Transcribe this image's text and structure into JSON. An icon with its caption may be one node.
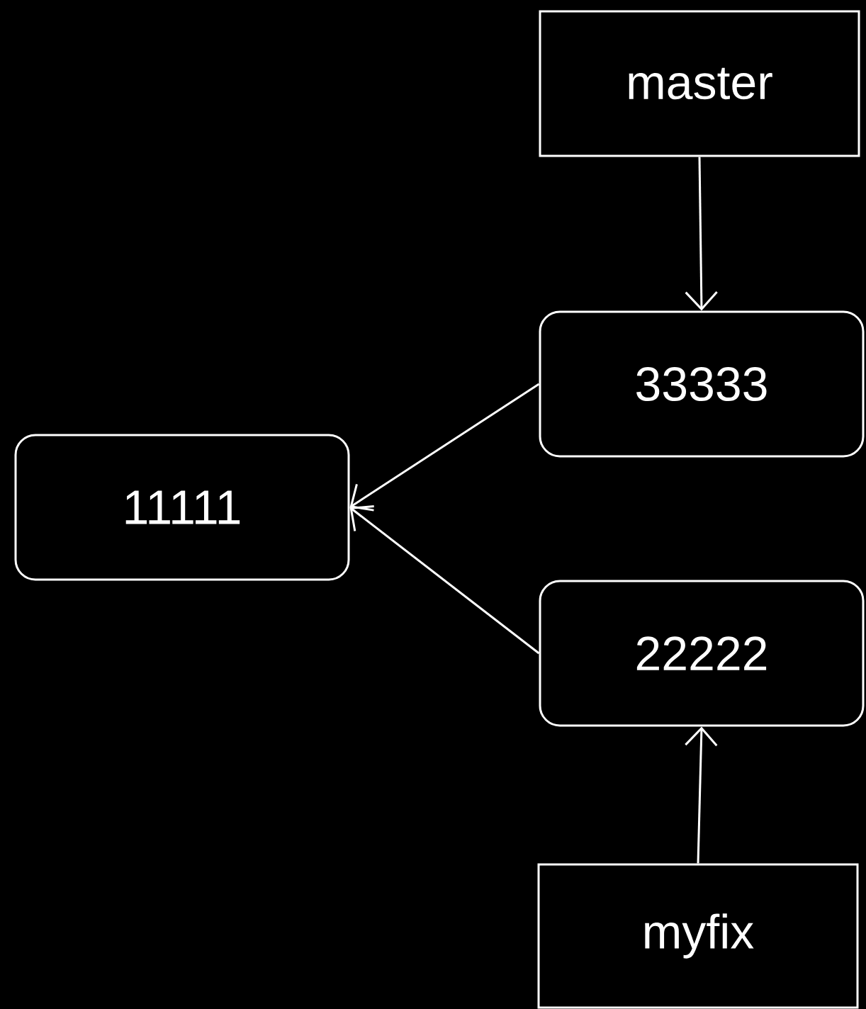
{
  "diagram": {
    "nodes": [
      {
        "text": [
          "master"
        ]
      },
      {
        "text": [
          "33333"
        ]
      },
      {
        "text": [
          "11111"
        ]
      },
      {
        "text": [
          "22222"
        ]
      },
      {
        "text": [
          "myfix"
        ]
      }
    ],
    "edges": [
      {
        "from": 0,
        "to": 1,
        "arrow": "to"
      },
      {
        "from": 1,
        "to": 2,
        "arrow": "to"
      },
      {
        "from": 3,
        "to": 2,
        "arrow": "to"
      },
      {
        "from": 4,
        "to": 3,
        "arrow": "to"
      }
    ]
  }
}
